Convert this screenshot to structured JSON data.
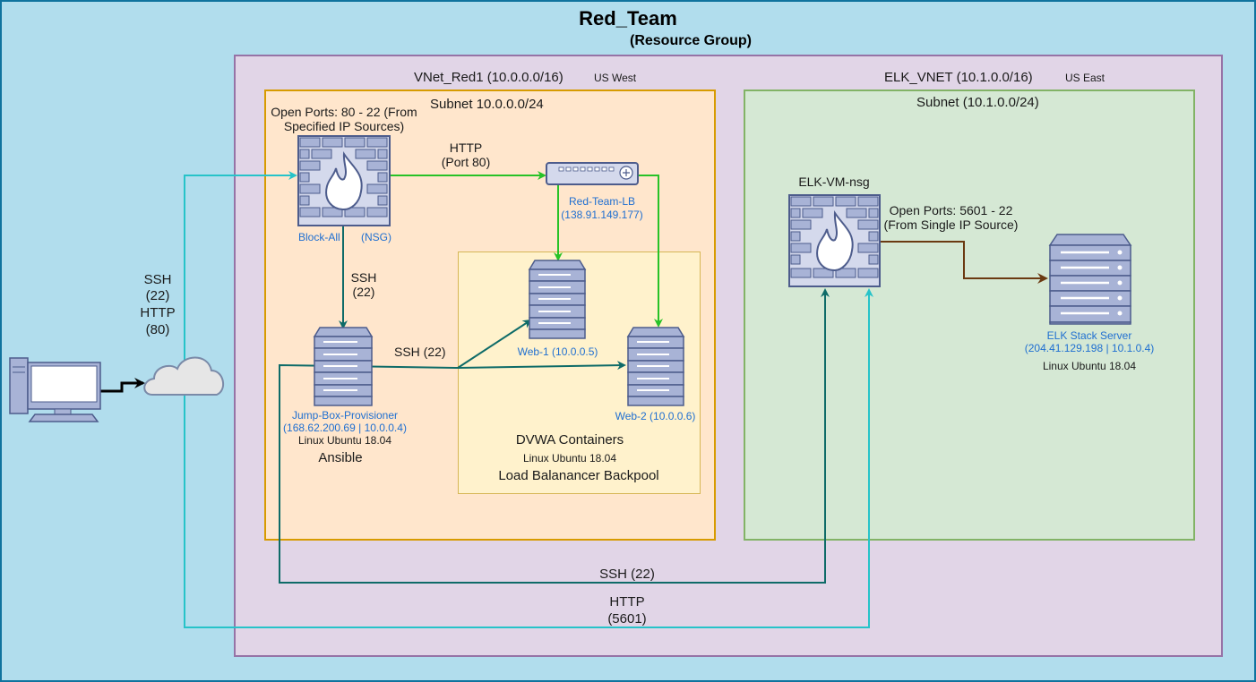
{
  "resource_group": {
    "title": "Red_Team",
    "subtitle": "(Resource Group)"
  },
  "vnet_red": {
    "label": "VNet_Red1 (10.0.0.0/16)",
    "region": "US West"
  },
  "vnet_elk": {
    "label": "ELK_VNET (10.1.0.0/16)",
    "region": "US East"
  },
  "subnet_red": {
    "label": "Subnet 10.0.0.0/24"
  },
  "subnet_elk": {
    "label": "Subnet (10.1.0.0/24)"
  },
  "nsg_red": {
    "ports": [
      "Open Ports: 80 - 22 (From",
      "Specified IP Sources)"
    ],
    "name": "Block-All",
    "tag": "(NSG)"
  },
  "lb": {
    "name": "Red-Team-LB",
    "ip": "(138.91.149.177)",
    "conn_label": [
      "HTTP",
      "(Port 80)"
    ]
  },
  "jumpbox": {
    "name": "Jump-Box-Provisioner",
    "ip": "(168.62.200.69 | 10.0.0.4)",
    "os": "Linux Ubuntu 18.04",
    "tool": "Ansible",
    "ssh_label": [
      "SSH",
      "(22)"
    ]
  },
  "web1": {
    "name": "Web-1 (10.0.0.5)"
  },
  "web2": {
    "name": "Web-2 (10.0.0.6)"
  },
  "backpool": {
    "title": "DVWA Containers",
    "os": "Linux Ubuntu 18.04",
    "pool": "Load Balanancer Backpool",
    "ssh_label": "SSH (22)"
  },
  "nsg_elk": {
    "name": "ELK-VM-nsg",
    "ports": [
      "Open Ports: 5601 - 22",
      "(From Single IP Source)"
    ]
  },
  "elk_server": {
    "name": "ELK Stack Server",
    "ip": "(204.41.129.198 | 10.1.0.4)",
    "os": "Linux Ubuntu 18.04"
  },
  "internet": {
    "label": [
      "SSH",
      "(22)",
      "HTTP",
      "(80)"
    ]
  },
  "bottom_links": {
    "ssh": "SSH (22)",
    "http": [
      "HTTP",
      "(5601)"
    ]
  },
  "colors": {
    "ssh_line": "#0e6b68",
    "cyan_line": "#26c3c9",
    "green_line": "#27c227",
    "elk_line": "#6b3a12",
    "device_fill": "#a8b3d6",
    "device_stroke": "#4d5c8c"
  }
}
